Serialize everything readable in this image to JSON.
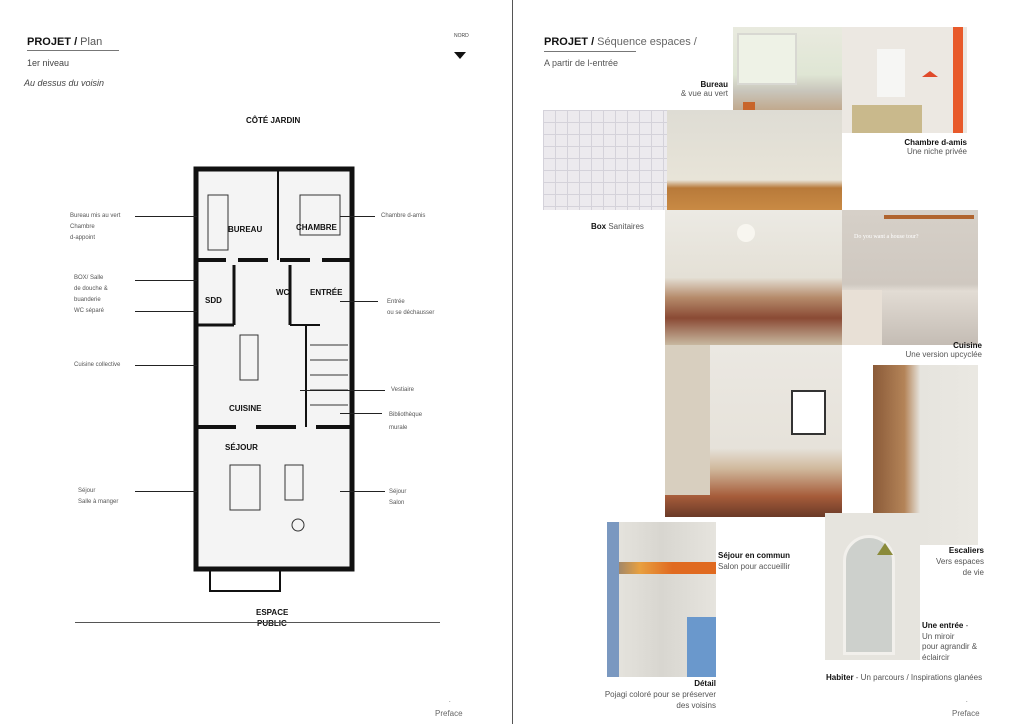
{
  "left": {
    "title_bold": "PROJET /",
    "title_rest": " Plan",
    "level": "1er niveau",
    "subtitle": "Au dessus du voisin",
    "north": "NORD",
    "top_label": "CÔTÉ JARDIN",
    "bottom_label_1": "ESPACE",
    "bottom_label_2": "PUBLIC",
    "rooms": {
      "bureau": "BUREAU",
      "chambre": "CHAMBRE",
      "sdd": "SDD",
      "wc": "WC",
      "entree": "ENTRÉE",
      "cuisine": "CUISINE",
      "sejour": "SÉJOUR"
    },
    "callouts_left": [
      [
        "Bureau mis au vert",
        "Chambre",
        "d-appoint"
      ],
      [
        "BOX/ Salle",
        "de douche &",
        "buanderie",
        "WC séparé"
      ],
      [
        "Cuisine collective"
      ],
      [
        "Séjour",
        "Salle à manger"
      ]
    ],
    "callouts_right": [
      [
        "Chambre d-amis"
      ],
      [
        "Entrée",
        "ou se déchausser"
      ],
      [
        "Vestiaire"
      ],
      [
        "Bibliothèque",
        "murale"
      ],
      [
        "Séjour",
        "Salon"
      ]
    ],
    "footer": "Preface"
  },
  "right": {
    "title_bold": "PROJET /",
    "title_rest": " Séquence espaces /",
    "subtitle": "A partir de l-entrée",
    "captions": [
      {
        "title": "Bureau",
        "text": "& vue au vert"
      },
      {
        "title": "Chambre d-amis",
        "text": "Une niche privée"
      },
      {
        "title": "Box",
        "text": " Sanitaires"
      },
      {
        "title": "Cuisine",
        "text": "Une version upcyclée"
      },
      {
        "title": "Escaliers",
        "text": "Vers espaces",
        "text2": "de vie"
      },
      {
        "title": "Séjour en commun",
        "text": "Salon pour accueillir"
      },
      {
        "title": "Une entrée",
        "sep": " -",
        "text": "Un miroir",
        "text2": "pour agrandir &",
        "text3": "éclaircir"
      },
      {
        "title": "Détail",
        "text": "Pojagi coloré pour se préserver",
        "text2": "des voisins"
      },
      {
        "title": "Habiter",
        "text": " - Un parcours / Inspirations glanées"
      }
    ],
    "kitchen_sign": "Do you want a house tour?",
    "footer": "Preface"
  }
}
